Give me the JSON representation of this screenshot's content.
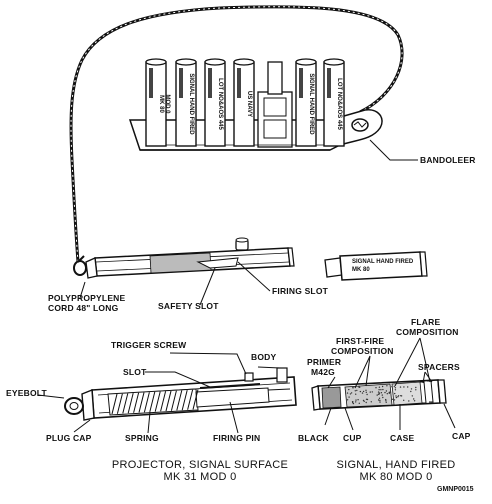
{
  "labels": {
    "bandoleer": "BANDOLEER",
    "cord": [
      "POLYPROPYLENE",
      "CORD 48\" LONG"
    ],
    "safety_slot": "SAFETY SLOT",
    "firing_slot": "FIRING SLOT",
    "trigger_screw": "TRIGGER SCREW",
    "slot": "SLOT",
    "body": "BODY",
    "eyebolt": "EYEBOLT",
    "plug_cap": "PLUG CAP",
    "spring": "SPRING",
    "firing_pin": "FIRING PIN",
    "primer": [
      "PRIMER",
      "M42G"
    ],
    "first_fire": [
      "FIRST-FIRE",
      "COMPOSITION"
    ],
    "flare": [
      "FLARE",
      "COMPOSITION"
    ],
    "spacers": "SPACERS",
    "black": "BLACK",
    "cup": "CUP",
    "case": "CASE",
    "cap": "CAP"
  },
  "captions": {
    "projector": [
      "PROJECTOR, SIGNAL SURFACE",
      "MK 31 MOD 0"
    ],
    "signal": [
      "SIGNAL, HAND FIRED",
      "MK 80 MOD 0"
    ]
  },
  "tube_text": [
    "MK 80",
    "SIGNAL HAND FIRED",
    "LOT NO&AOS 445",
    "US NAVY",
    "SIGNAL HAND FIRED",
    "LOT NO&AOS 445"
  ],
  "tube_text_extra": "MOD 0",
  "small_signal_text": [
    "SIGNAL HAND FIRED",
    "MK 80"
  ],
  "figure_id": "GMNP0015"
}
